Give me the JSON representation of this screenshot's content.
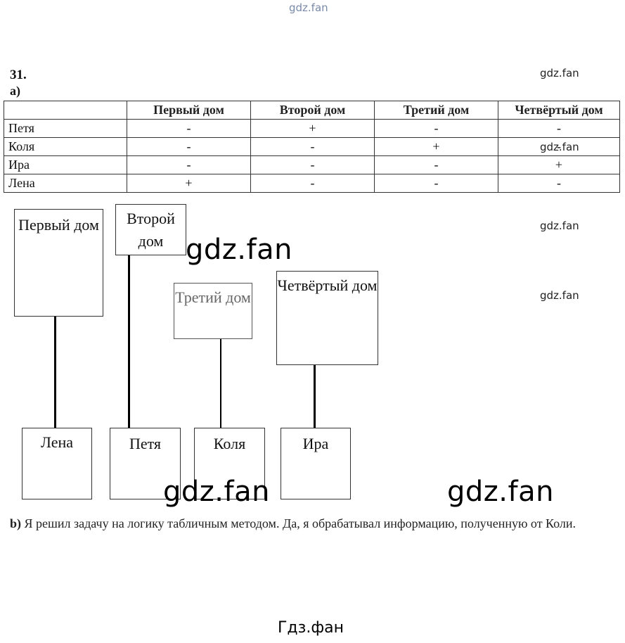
{
  "watermarks": {
    "top": "gdz.fan",
    "right_1": "gdz.fan",
    "right_2": "gdz.fan",
    "right_3": "gdz.fan",
    "right_4": "gdz.fan",
    "center": "gdz.fan",
    "lower_left": "gdz.fan",
    "lower_right": "gdz.fan",
    "footer": "Гдз.фан"
  },
  "problem": {
    "number": "31.",
    "part_a": "а)"
  },
  "table": {
    "headers": [
      "",
      "Первый дом",
      "Второй дом",
      "Третий дом",
      "Четвёртый дом"
    ],
    "rows": [
      {
        "name": "Петя",
        "marks": [
          "-",
          "+",
          "-",
          "-"
        ]
      },
      {
        "name": "Коля",
        "marks": [
          "-",
          "-",
          "+",
          "-"
        ]
      },
      {
        "name": "Ира",
        "marks": [
          "-",
          "-",
          "-",
          "+"
        ]
      },
      {
        "name": "Лена",
        "marks": [
          "+",
          "-",
          "-",
          "-"
        ]
      }
    ]
  },
  "diagram": {
    "houses": [
      "Первый дом",
      "Второй дом",
      "Третий дом",
      "Четвёртый дом"
    ],
    "people": [
      "Лена",
      "Петя",
      "Коля",
      "Ира"
    ]
  },
  "part_b": {
    "label": "b)",
    "text": "Я решил задачу на логику табличным методом. Да, я обрабатывал информацию, полученную от Коли."
  }
}
